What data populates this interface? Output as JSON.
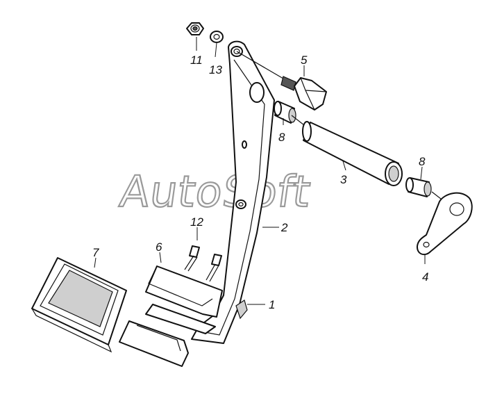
{
  "watermark": {
    "text": "AutoSoft"
  },
  "callouts": {
    "pedal_lever": "1",
    "sleeve": "2",
    "axle_tube": "3",
    "link_plate": "4",
    "bolt": "5",
    "clip_plate": "6",
    "pedal_pad": "7",
    "bushing_left": "8",
    "bushing_right": "8",
    "nut": "11",
    "pins": "12",
    "washer": "13"
  }
}
